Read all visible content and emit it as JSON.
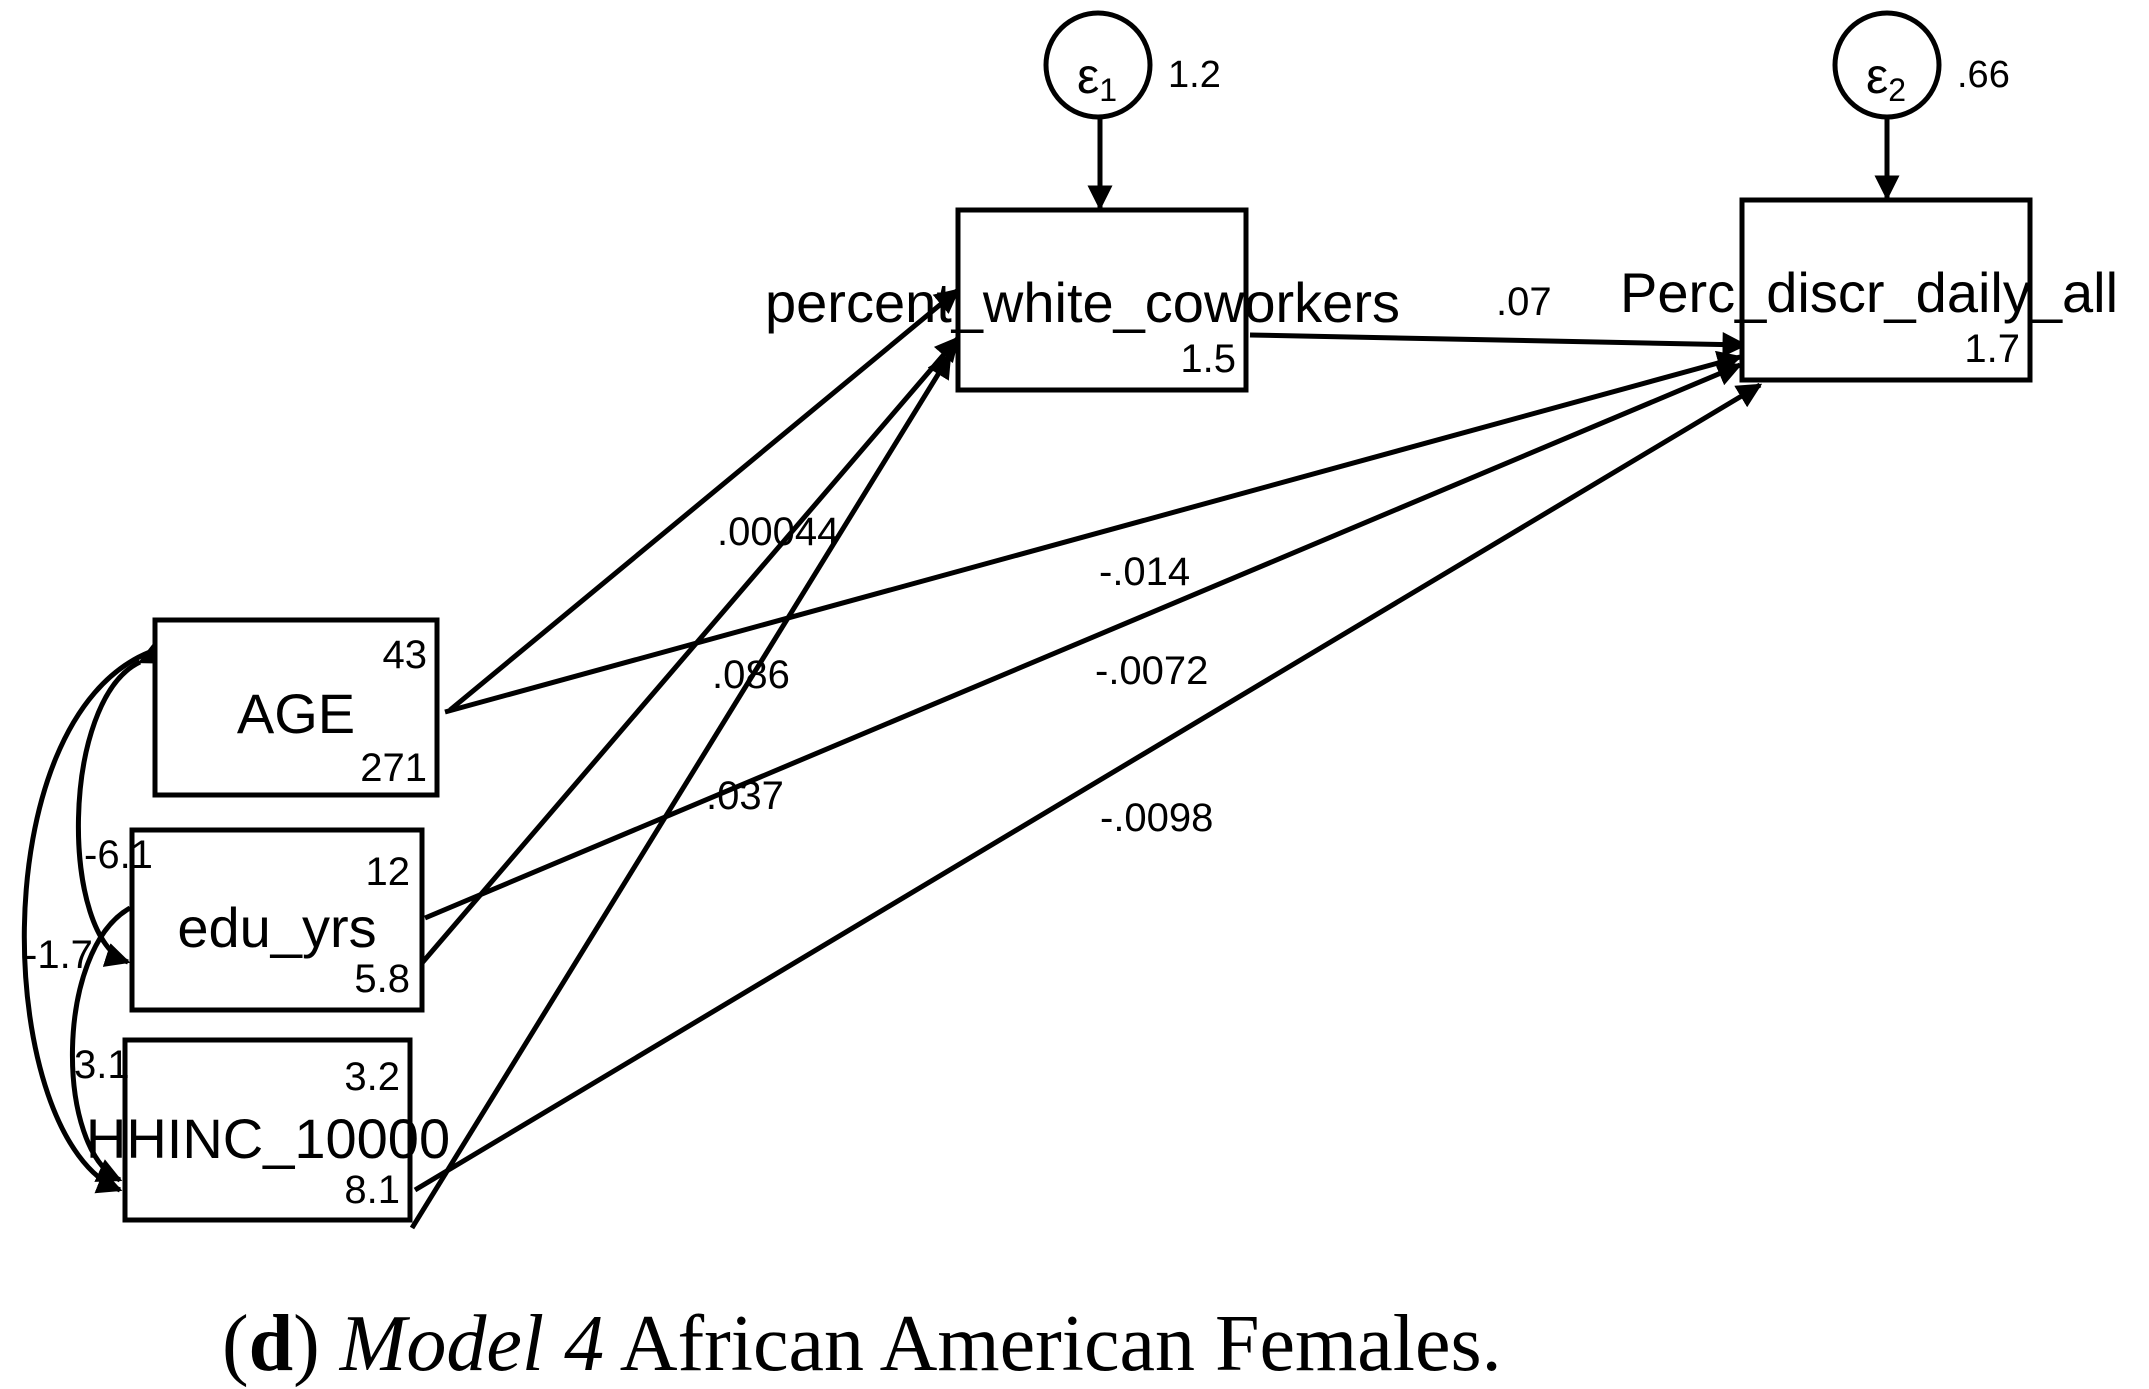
{
  "diagram": {
    "nodes": {
      "eps1": {
        "symbol": "ε",
        "sub": "1",
        "variance": "1.2"
      },
      "eps2": {
        "symbol": "ε",
        "sub": "2",
        "variance": ".66"
      },
      "pwc": {
        "label": "percent_white_coworkers",
        "intercept": "1.5"
      },
      "pdd": {
        "label": "Perc_discr_daily_all",
        "intercept": "1.7"
      },
      "age": {
        "label": "AGE",
        "mean": "43",
        "variance": "271"
      },
      "edu": {
        "label": "edu_yrs",
        "mean": "12",
        "variance": "5.8"
      },
      "hh": {
        "label": "HHINC_10000",
        "mean": "3.2",
        "variance": "8.1"
      }
    },
    "paths": {
      "pwc_to_pdd": ".07",
      "age_to_pwc": ".00044",
      "age_to_pdd": "-.014",
      "edu_to_pwc": ".086",
      "edu_to_pdd": "-.0072",
      "hh_to_pwc": ".037",
      "hh_to_pdd": "-.0098"
    },
    "covariances": {
      "age_edu": "-6.1",
      "age_hh": "-1.7",
      "edu_hh": "3.1"
    }
  },
  "caption": {
    "letter": "d",
    "model": "Model 4",
    "rest": " African American Females."
  }
}
